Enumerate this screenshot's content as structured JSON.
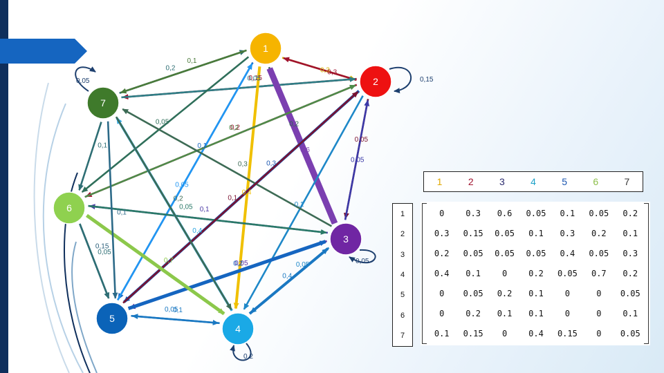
{
  "nodes": [
    {
      "id": "1",
      "label": "1",
      "color": "#f6b400"
    },
    {
      "id": "2",
      "label": "2",
      "color": "#ee1111"
    },
    {
      "id": "3",
      "label": "3",
      "color": "#7026a3"
    },
    {
      "id": "4",
      "label": "4",
      "color": "#1aa9e6"
    },
    {
      "id": "5",
      "label": "5",
      "color": "#0b63b8"
    },
    {
      "id": "6",
      "label": "6",
      "color": "#8fd14f"
    },
    {
      "id": "7",
      "label": "7",
      "color": "#3f7a2b"
    }
  ],
  "edges": [
    {
      "from": "7",
      "to": "1",
      "label": "0,2",
      "color": "#2e6e74"
    },
    {
      "from": "1",
      "to": "7",
      "label": "0,1",
      "color": "#4a7a3a"
    },
    {
      "from": "1",
      "to": "2",
      "label": "0,3",
      "color": "#d6b400"
    },
    {
      "from": "2",
      "to": "1",
      "label": "0,3",
      "color": "#a0122e"
    },
    {
      "from": "2",
      "to": "7",
      "label": "0,15",
      "color": "#a0122e"
    },
    {
      "from": "7",
      "to": "2",
      "label": "0,05",
      "color": "#2e7e86"
    },
    {
      "from": "1",
      "to": "3",
      "label": "0,2",
      "color": "#2f6550"
    },
    {
      "from": "3",
      "to": "1",
      "label": "0,6",
      "color": "#7b3fb0"
    },
    {
      "from": "1",
      "to": "4",
      "label": "0,4",
      "color": "#f0c000"
    },
    {
      "from": "1",
      "to": "5",
      "label": "0,1",
      "color": "#1565c0"
    },
    {
      "from": "5",
      "to": "1",
      "label": "0,05",
      "color": "#2196f3"
    },
    {
      "from": "1",
      "to": "6",
      "label": "0,05",
      "color": "#2f6f5a"
    },
    {
      "from": "2",
      "to": "3",
      "label": "0,05",
      "color": "#7a1230"
    },
    {
      "from": "3",
      "to": "2",
      "label": "0,05",
      "color": "#3c3aa8"
    },
    {
      "from": "2",
      "to": "4",
      "label": "0,1",
      "color": "#1e88c8"
    },
    {
      "from": "2",
      "to": "5",
      "label": "0,3",
      "color": "#1a56b0"
    },
    {
      "from": "2",
      "to": "6",
      "label": "0,2",
      "color": "#a0122e"
    },
    {
      "from": "6",
      "to": "2",
      "label": "0,2",
      "color": "#4e8b4a"
    },
    {
      "from": "3",
      "to": "4",
      "label": "0,05",
      "color": "#1e88c8"
    },
    {
      "from": "3",
      "to": "5",
      "label": "0,05",
      "color": "#5a2fa0"
    },
    {
      "from": "3",
      "to": "6",
      "label": "0,1",
      "color": "#4b3aa5"
    },
    {
      "from": "6",
      "to": "3",
      "label": "0,05",
      "color": "#2a7a68"
    },
    {
      "from": "3",
      "to": "7",
      "label": "0,3",
      "color": "#3d6b55"
    },
    {
      "from": "4",
      "to": "5",
      "label": "0,1",
      "color": "#1a78c2"
    },
    {
      "from": "5",
      "to": "4",
      "label": "0,05",
      "color": "#1a78c2"
    },
    {
      "from": "4",
      "to": "3",
      "label": "0,4",
      "color": "#1a78c2"
    },
    {
      "from": "5",
      "to": "3",
      "label": "0,2",
      "color": "#1565c0"
    },
    {
      "from": "4",
      "to": "7",
      "label": "0,4",
      "color": "#29a3e0"
    },
    {
      "from": "5",
      "to": "2",
      "label": "0,1",
      "color": "#7a1230"
    },
    {
      "from": "6",
      "to": "4",
      "label": "0,7",
      "color": "#8cc84b"
    },
    {
      "from": "6",
      "to": "5",
      "label": "0,15",
      "color": "#2a5f7a"
    },
    {
      "from": "7",
      "to": "4",
      "label": "0,2",
      "color": "#3d6b55"
    },
    {
      "from": "7",
      "to": "5",
      "label": "0,1",
      "color": "#2c6a88"
    },
    {
      "from": "7",
      "to": "6",
      "label": "0,1",
      "color": "#2e6e74"
    },
    {
      "from": "6",
      "to": "5",
      "label": "0,05",
      "color": "#2e6e74"
    }
  ],
  "self_loops": [
    {
      "node": "7",
      "label": "0,05"
    },
    {
      "node": "2",
      "label": "0,15"
    },
    {
      "node": "3",
      "label": "0,05"
    },
    {
      "node": "4",
      "label": "0,2"
    }
  ],
  "legend": {
    "items": [
      {
        "label": "1",
        "color": "#e0a800"
      },
      {
        "label": "2",
        "color": "#a0122e"
      },
      {
        "label": "3",
        "color": "#2b2b6e"
      },
      {
        "label": "4",
        "color": "#1aa0c8"
      },
      {
        "label": "5",
        "color": "#1a56b0"
      },
      {
        "label": "6",
        "color": "#8cbf4a"
      },
      {
        "label": "7",
        "color": "#333333"
      }
    ]
  },
  "matrix": {
    "row_labels": [
      "1",
      "2",
      "3",
      "4",
      "5",
      "6",
      "7"
    ],
    "rows": [
      [
        "0",
        "0.3",
        "0.6",
        "0.05",
        "0.1",
        "0.05",
        "0.2"
      ],
      [
        "0.3",
        "0.15",
        "0.05",
        "0.1",
        "0.3",
        "0.2",
        "0.1"
      ],
      [
        "0.2",
        "0.05",
        "0.05",
        "0.05",
        "0.4",
        "0.05",
        "0.3"
      ],
      [
        "0.4",
        "0.1",
        "0",
        "0.2",
        "0.05",
        "0.7",
        "0.2"
      ],
      [
        "0",
        "0.05",
        "0.2",
        "0.1",
        "0",
        "0",
        "0.05"
      ],
      [
        "0",
        "0.2",
        "0.1",
        "0.1",
        "0",
        "0",
        "0.1"
      ],
      [
        "0.1",
        "0.15",
        "0",
        "0.4",
        "0.15",
        "0",
        "0.05"
      ]
    ]
  }
}
